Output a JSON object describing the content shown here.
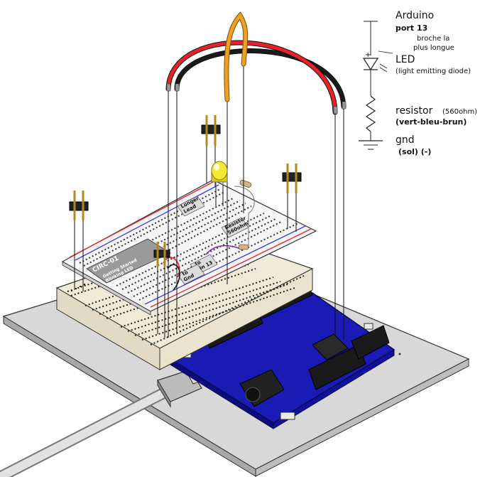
{
  "schematic": {
    "title": "Arduino",
    "port": "port 13",
    "pin_note_line1": "broche la",
    "pin_note_line2": "plus longue",
    "plus_sign": "+",
    "led_label": "LED",
    "led_full": "(light emitting diode)",
    "resistor_label": "resistor",
    "resistor_value": "(560ohm)",
    "resistor_colors": "(vert-bleu-brun)",
    "gnd_label": "gnd",
    "gnd_note": "(sol) (-)"
  },
  "breadboard_sheet": {
    "circuit_id": "CIRC-01",
    "circuit_name_line1": "Getting Started",
    "circuit_name_line2": "Blinking LED",
    "note_line1": "Longer",
    "note_line2": "Lead",
    "led_note_line1": "Resistor",
    "led_note_line2": "560ohm",
    "pin13_line1": "to",
    "pin13_line2": "Pin 13",
    "gnd_line1": "to",
    "gnd_line2": "Gnd"
  },
  "colors": {
    "red_wire": "#e8202a",
    "black_wire": "#1a1a1a",
    "orange_wire": "#f0a020",
    "arduino_blue": "#1a1ab4",
    "led_yellow": "#f5e830"
  }
}
